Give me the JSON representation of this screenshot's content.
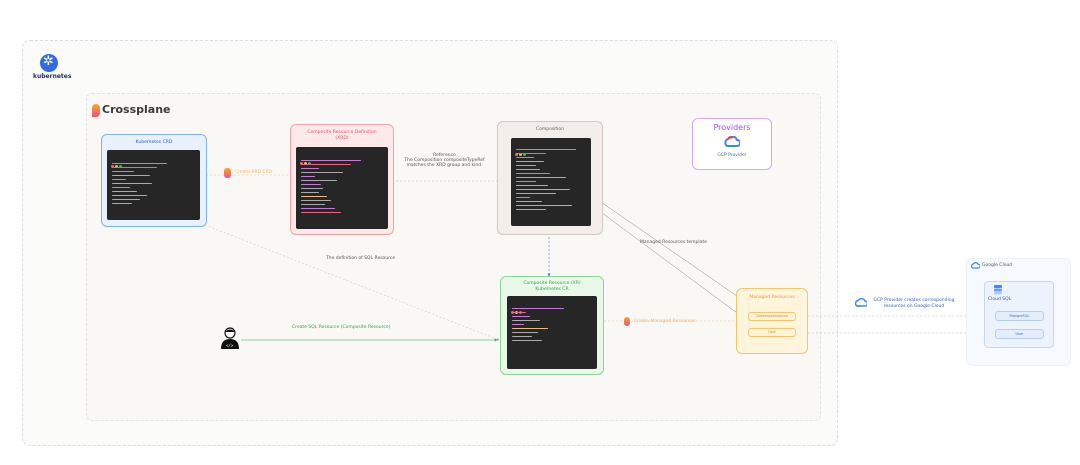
{
  "kubernetes": {
    "label": "kubernetes"
  },
  "crossplane": {
    "label": "Crossplane"
  },
  "panels": {
    "crd": {
      "title": "Kubernetes CRD"
    },
    "xrd": {
      "title": "Composite Resource Definition (XRD)"
    },
    "composition": {
      "title": "Composition"
    },
    "xr": {
      "title": "Composite Resource (XR) Kubernetes CR"
    },
    "providers": {
      "title": "Providers",
      "gcp_label": "GCP Provider"
    },
    "managed": {
      "title": "Managed Resources",
      "items": [
        "DatabaseInstance",
        "User"
      ]
    }
  },
  "google_cloud": {
    "title": "Google Cloud",
    "cloud_sql_label": "Cloud SQL",
    "items": [
      "PostgreSQL",
      "User"
    ]
  },
  "annotations": {
    "create_xrd": "Create XRD CRD",
    "reference_line1": "Reference",
    "reference_line2": "The Composition compositeTypeRef",
    "reference_line3": "matches the XRD group and kind.",
    "definition": "The definition of SQL Resource",
    "managed_template": "Managed Resources template",
    "create_sql": "Create SQL Resource (Composite Resource)",
    "create_managed": "Create Managed Resources",
    "gcp_creates_line1": "GCP Provider creates corresponding",
    "gcp_creates_line2": "resources on Google Cloud"
  },
  "colors": {
    "crd_border": "#7fb2ee",
    "crd_bg": "#e8f1fd",
    "xrd_border": "#f2a3a8",
    "xrd_bg": "#fde9e9",
    "comp_border": "#d4c8bf",
    "comp_bg": "#f3eeea",
    "xr_border": "#8fd39a",
    "xr_bg": "#eaf8ea",
    "providers_border": "#d7a8f0",
    "providers_title": "#a24fd6",
    "managed_border": "#f5c56a",
    "managed_bg": "#fff4dc",
    "orange_text": "#f3b36b",
    "green_text": "#3e9f4b",
    "blue_text": "#2f5fb8"
  },
  "icons": [
    "kubernetes-logo-icon",
    "crossplane-logo-icon",
    "gcp-icon",
    "google-cloud-icon",
    "cloud-sql-icon",
    "developer-icon",
    "arrow-icon"
  ]
}
